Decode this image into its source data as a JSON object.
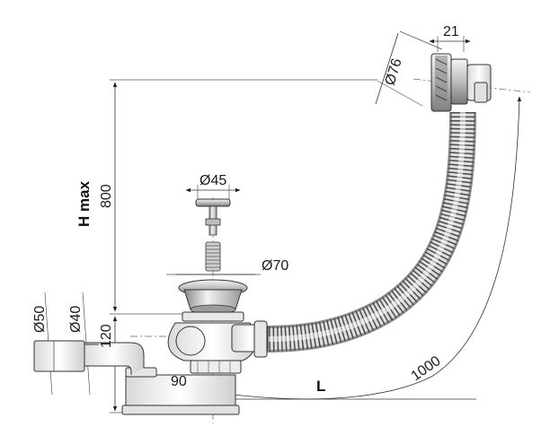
{
  "dimensions": {
    "overflow_diameter": "Ø76",
    "overflow_width": "21",
    "plug_diameter": "Ø45",
    "drain_diameter": "Ø70",
    "outlet_outer_diameter": "Ø50",
    "outlet_inner_diameter": "Ø40",
    "height_max_label": "H max",
    "height_max_value": "800",
    "drain_height": "120",
    "trap_offset": "90",
    "length_label": "L",
    "hose_length": "1000"
  },
  "colors": {
    "line": "#333333",
    "metal_light": "#e6e6e6",
    "metal_mid": "#bdbdbd",
    "metal_dark": "#6e6e6e",
    "plastic": "#f0f0f0"
  }
}
